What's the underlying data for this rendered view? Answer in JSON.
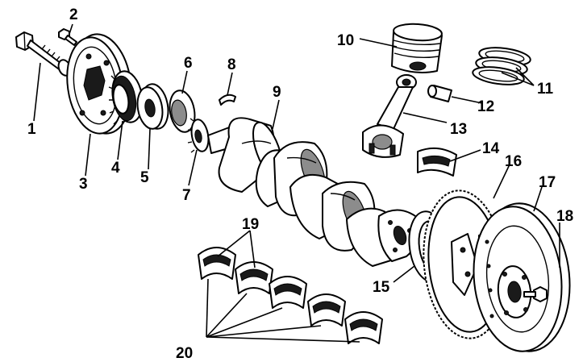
{
  "callouts": [
    {
      "id": "c1",
      "text": "1"
    },
    {
      "id": "c2",
      "text": "2"
    },
    {
      "id": "c3",
      "text": "3"
    },
    {
      "id": "c4",
      "text": "4"
    },
    {
      "id": "c5",
      "text": "5"
    },
    {
      "id": "c6",
      "text": "6"
    },
    {
      "id": "c7",
      "text": "7"
    },
    {
      "id": "c8",
      "text": "8"
    },
    {
      "id": "c9",
      "text": "9"
    },
    {
      "id": "c10",
      "text": "10"
    },
    {
      "id": "c11",
      "text": "11"
    },
    {
      "id": "c12",
      "text": "12"
    },
    {
      "id": "c13",
      "text": "13"
    },
    {
      "id": "c14",
      "text": "14"
    },
    {
      "id": "c15",
      "text": "15"
    },
    {
      "id": "c16",
      "text": "16"
    },
    {
      "id": "c17",
      "text": "17"
    },
    {
      "id": "c18",
      "text": "18"
    },
    {
      "id": "c19",
      "text": "19"
    },
    {
      "id": "c20",
      "text": "20"
    }
  ],
  "colors": {
    "line": "#000000",
    "background": "#ffffff",
    "shade": "#1a1a1a"
  }
}
